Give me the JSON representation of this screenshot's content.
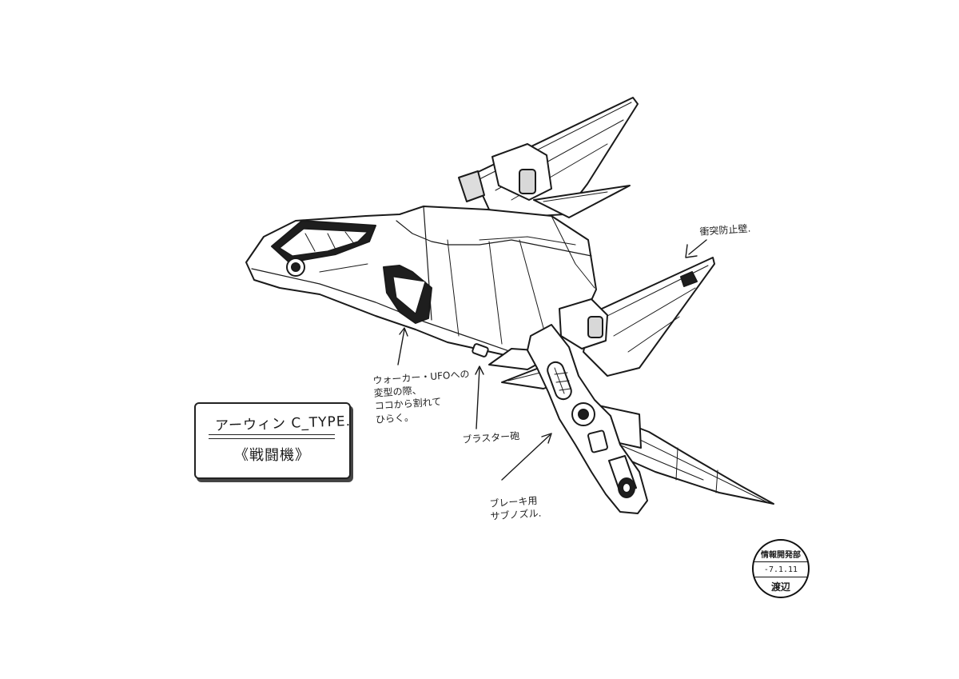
{
  "title_plate": {
    "name": "アーウィン C_TYPE.",
    "subtitle": "《戦闘機》"
  },
  "annotations": {
    "collision_guard": "衝突防止壁.",
    "hatch_note": [
      "ウォーカー・UFOへの",
      "変型の際、",
      "ココから割れて",
      "ひらく。"
    ],
    "blaster": "ブラスター砲",
    "brake_nozzle": [
      "ブレーキ用",
      "サブノズル."
    ]
  },
  "stamp": {
    "department": "情報開発部",
    "date": "-7.1.11",
    "name": "渡辺"
  }
}
